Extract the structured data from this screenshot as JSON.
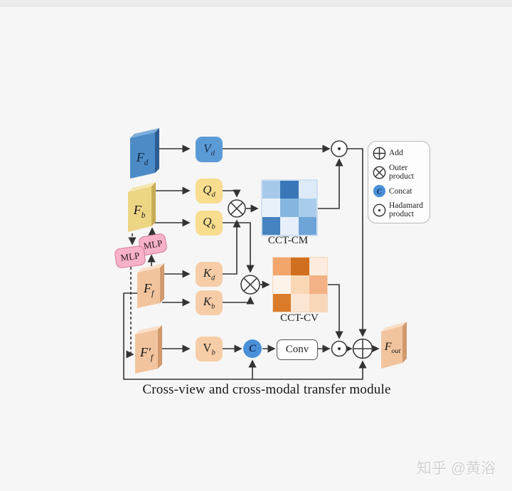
{
  "caption": "Cross-view and cross-modal transfer module",
  "watermark": "知乎 @黄浴",
  "nodes": {
    "fd": {
      "main": "F",
      "sub": "d"
    },
    "vd": {
      "main": "V",
      "sub": "d"
    },
    "fb": {
      "main": "F",
      "sub": "b"
    },
    "qd": {
      "main": "Q",
      "sub": "d"
    },
    "qb": {
      "main": "Q",
      "sub": "b"
    },
    "mlp_left": {
      "label": "MLP"
    },
    "mlp_right": {
      "label": "MLP"
    },
    "ff": {
      "main": "F",
      "sub": "f"
    },
    "kd": {
      "main": "K",
      "sub": "d"
    },
    "kb": {
      "main": "K",
      "sub": "b"
    },
    "ff_prime": {
      "main": "F′",
      "sub": "f"
    },
    "vb": {
      "main": "V",
      "sub": "b"
    },
    "concat": {
      "label": "C"
    },
    "conv": {
      "label": "Conv"
    },
    "fout": {
      "main": "F",
      "sub": "out"
    }
  },
  "heatmaps": {
    "cct_cm": {
      "label": "CCT-CM",
      "colors": [
        [
          "#a6c9e9",
          "#3a77b8",
          "#dcebf7"
        ],
        [
          "#e9f2fa",
          "#86b6df",
          "#a8cceb"
        ],
        [
          "#4583c1",
          "#e6effa",
          "#6ea4d8"
        ]
      ]
    },
    "cct_cv": {
      "label": "CCT-CV",
      "colors": [
        [
          "#f2a66c",
          "#d06f1f",
          "#fcecdf"
        ],
        [
          "#fdf3e9",
          "#f9d7b5",
          "#f3b286"
        ],
        [
          "#da7c2a",
          "#fce5d3",
          "#f8d7ba"
        ]
      ]
    }
  },
  "legend": {
    "items": [
      {
        "icon": "add-icon",
        "label": "Add"
      },
      {
        "icon": "outer-product-icon",
        "label": "Outer product"
      },
      {
        "icon": "concat-icon",
        "symbol": "C",
        "label": "Concat"
      },
      {
        "icon": "hadamard-icon",
        "label": "Hadamard product"
      }
    ]
  },
  "palette": {
    "blue_block": "#4c8bc6",
    "blue_block_top": "#7eaedb",
    "blue_block_side": "#2c5c90",
    "yellow_block": "#ecd583",
    "yellow_block_top": "#f5e7ad",
    "yellow_block_side": "#c9ad56",
    "peach_block": "#f2c49e",
    "peach_block_top": "#f9dfc8",
    "peach_block_side": "#d09a6e",
    "blue_box": "#5b9bd5",
    "yellow_box": "#f7dd8d",
    "peach_box": "#f6cda7",
    "pink_mlp": "#f7b1c8",
    "concat_blue": "#4a90d9",
    "line": "#333333"
  }
}
